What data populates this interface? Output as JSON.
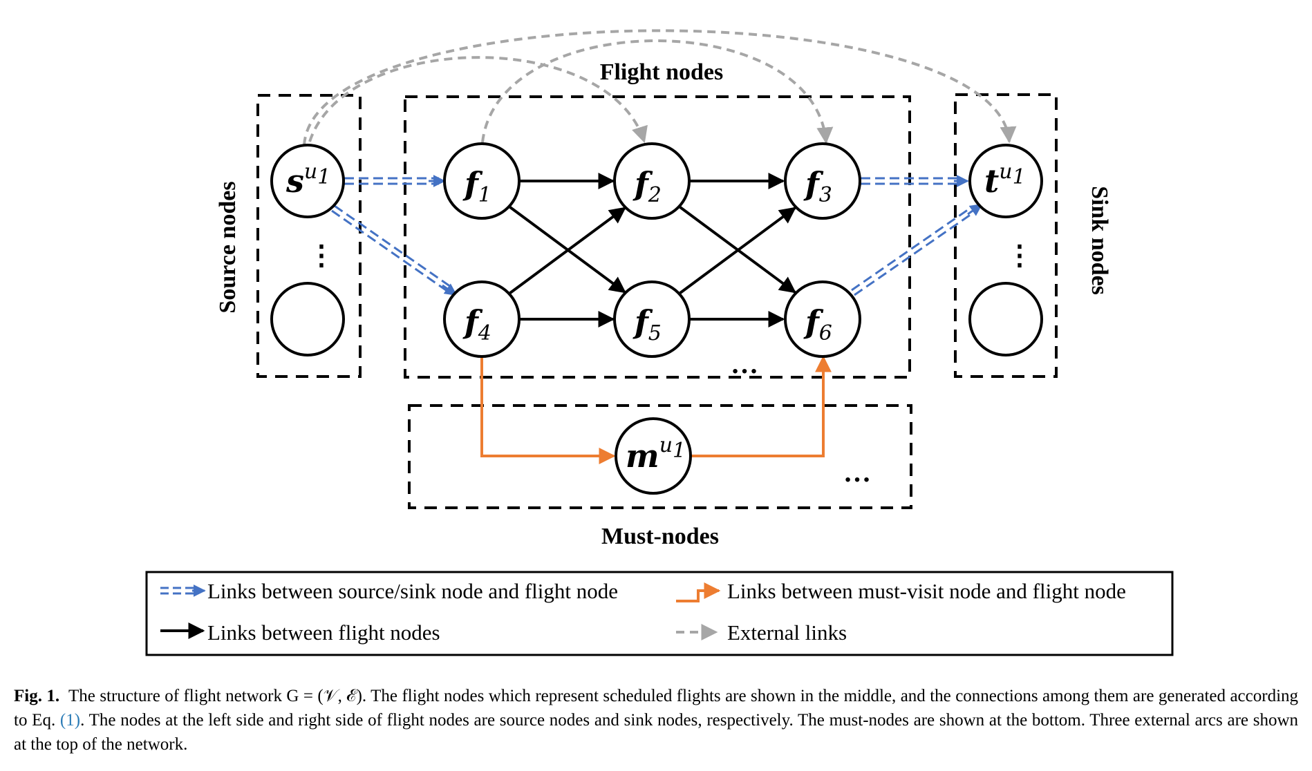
{
  "labels": {
    "flight_nodes": "Flight nodes",
    "source_nodes": "Source nodes",
    "sink_nodes": "Sink nodes",
    "must_nodes": "Must-nodes"
  },
  "nodes": {
    "s": {
      "base": "s",
      "sup": "u",
      "supsub": "1"
    },
    "t": {
      "base": "t",
      "sup": "u",
      "supsub": "1"
    },
    "m": {
      "base": "m",
      "sup": "u",
      "supsub": "1"
    },
    "f1": {
      "base": "f",
      "sub": "1"
    },
    "f2": {
      "base": "f",
      "sub": "2"
    },
    "f3": {
      "base": "f",
      "sub": "3"
    },
    "f4": {
      "base": "f",
      "sub": "4"
    },
    "f5": {
      "base": "f",
      "sub": "5"
    },
    "f6": {
      "base": "f",
      "sub": "6"
    }
  },
  "ellipsis": "…",
  "vertical_ellipsis": "⋮",
  "legend": {
    "blue": "Links between source/sink node and flight node",
    "orange": "Links between must-visit node and flight node",
    "black": "Links between flight nodes",
    "gray": "External links"
  },
  "colors": {
    "blue_link": "#4472c4",
    "orange_link": "#ed7d31",
    "black_link": "#000000",
    "gray_link": "#a6a6a6"
  },
  "caption": {
    "label": "Fig. 1.",
    "text1": "The structure of flight network G = (𝒱, ℰ). The flight nodes which represent scheduled flights are shown in the middle, and the connections among them are generated according to Eq. ",
    "ref": "(1)",
    "text2": ". The nodes at the left side and right side of flight nodes are source nodes and sink nodes, respectively. The must-nodes are shown at the bottom. Three external arcs are shown at the top of the network."
  }
}
